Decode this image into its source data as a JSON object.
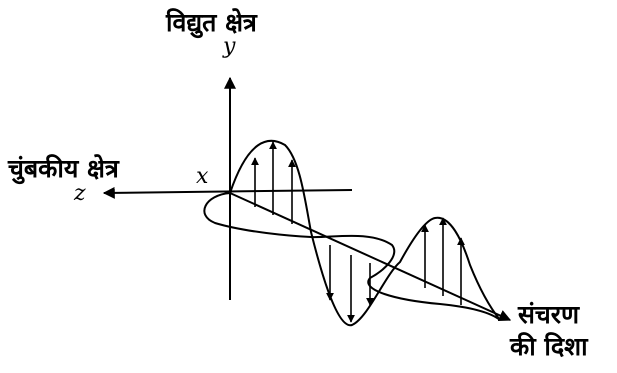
{
  "labels": {
    "electric_field": "विद्युत क्षेत्र",
    "y_axis": "y",
    "magnetic_field": "चुंबकीय क्षेत्र",
    "x_axis": "x",
    "z_axis": "z",
    "propagation_line1": "संचरण",
    "propagation_line2": "की दिशा"
  },
  "colors": {
    "ink": "#000000",
    "background": "#ffffff"
  }
}
